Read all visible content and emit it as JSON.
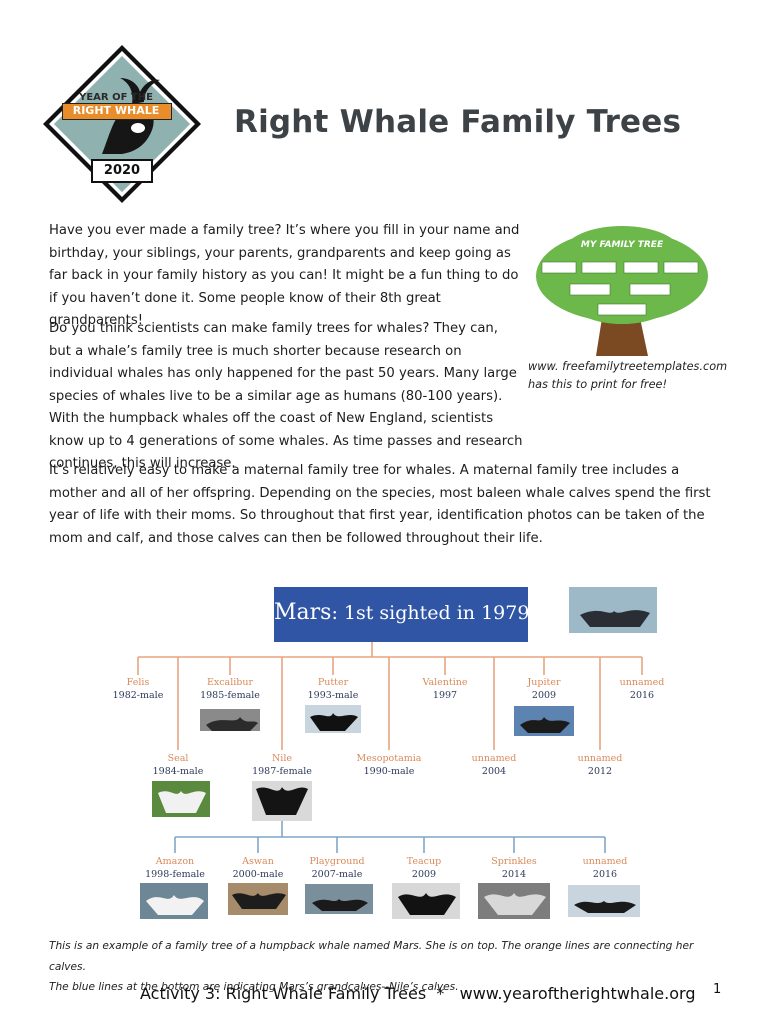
{
  "logo": {
    "line1": "YEAR OF THE",
    "line2": "RIGHT WHALE",
    "year": "2020",
    "icon": "whale-icon"
  },
  "page_title": "Right Whale Family Trees",
  "intro": {
    "p1": "Have you ever made a family tree? It’s where you fill in your name and birthday, your siblings, your parents, grandparents and keep going as far back in your family history as you can! It might be a fun thing to do if you haven’t done it. Some people know of their 8th great grandparents!",
    "p2": "Do you think scientists can make family trees for whales? They can, but a whale’s family tree is much shorter because research on individual whales has only happened for the past 50 years. Many large species of whales live to be a similar age as humans (80-100 years). With the humpback whales off the coast of New England, scientists know up to 4 generations of some whales. As time passes and research continues, this will increase.",
    "p3": "It’s relatively easy to make a maternal family tree for whales. A maternal family tree includes a mother and all of her offspring. Depending on the species, most baleen whale calves spend the first year of life with their moms. So throughout that first year, identification photos can be taken of the mom and calf, and those calves can then be followed throughout their life."
  },
  "template_image": {
    "title": "MY FAMILY TREE",
    "caption_line1": "www. freefamilytreetemplates.com",
    "caption_line2": "has this to print for free!"
  },
  "diagram": {
    "mother_name": "Mars",
    "mother_rest": ": 1st sighted in 1979",
    "calves_row1": [
      {
        "name": "Felis",
        "info": "1982-male"
      },
      {
        "name": "Excalibur",
        "info": "1985-female"
      },
      {
        "name": "Putter",
        "info": "1993-male"
      },
      {
        "name": "Valentine",
        "info": "1997"
      },
      {
        "name": "Jupiter",
        "info": "2009"
      },
      {
        "name": "unnamed",
        "info": "2016"
      }
    ],
    "calves_row2": [
      {
        "name": "Seal",
        "info": "1984-male"
      },
      {
        "name": "Nile",
        "info": "1987-female"
      },
      {
        "name": "Mesopotamia",
        "info": "1990-male"
      },
      {
        "name": "unnamed",
        "info": "2004"
      },
      {
        "name": "unnamed",
        "info": "2012"
      }
    ],
    "grandcalves": [
      {
        "name": "Amazon",
        "info": "1998-female"
      },
      {
        "name": "Aswan",
        "info": "2000-male"
      },
      {
        "name": "Playground",
        "info": "2007-male"
      },
      {
        "name": "Teacup",
        "info": "2009"
      },
      {
        "name": "Sprinkles",
        "info": "2014"
      },
      {
        "name": "unnamed",
        "info": "2016"
      }
    ],
    "colors": {
      "calf_line": "#e8a47e",
      "grandcalf_line": "#7fa6c9",
      "mother_box": "#2f55a4"
    }
  },
  "figure_caption": {
    "line1": "This is an example of a family tree of a humpback whale named Mars. She is on top. The orange lines are connecting her calves.",
    "line2": "The blue lines at the bottom are indicating Mars’s grandcalves--Nile’s calves."
  },
  "footer": {
    "text": "Activity 3: Right Whale Family Trees  *   www.yearoftherightwhale.org",
    "page": "1"
  }
}
